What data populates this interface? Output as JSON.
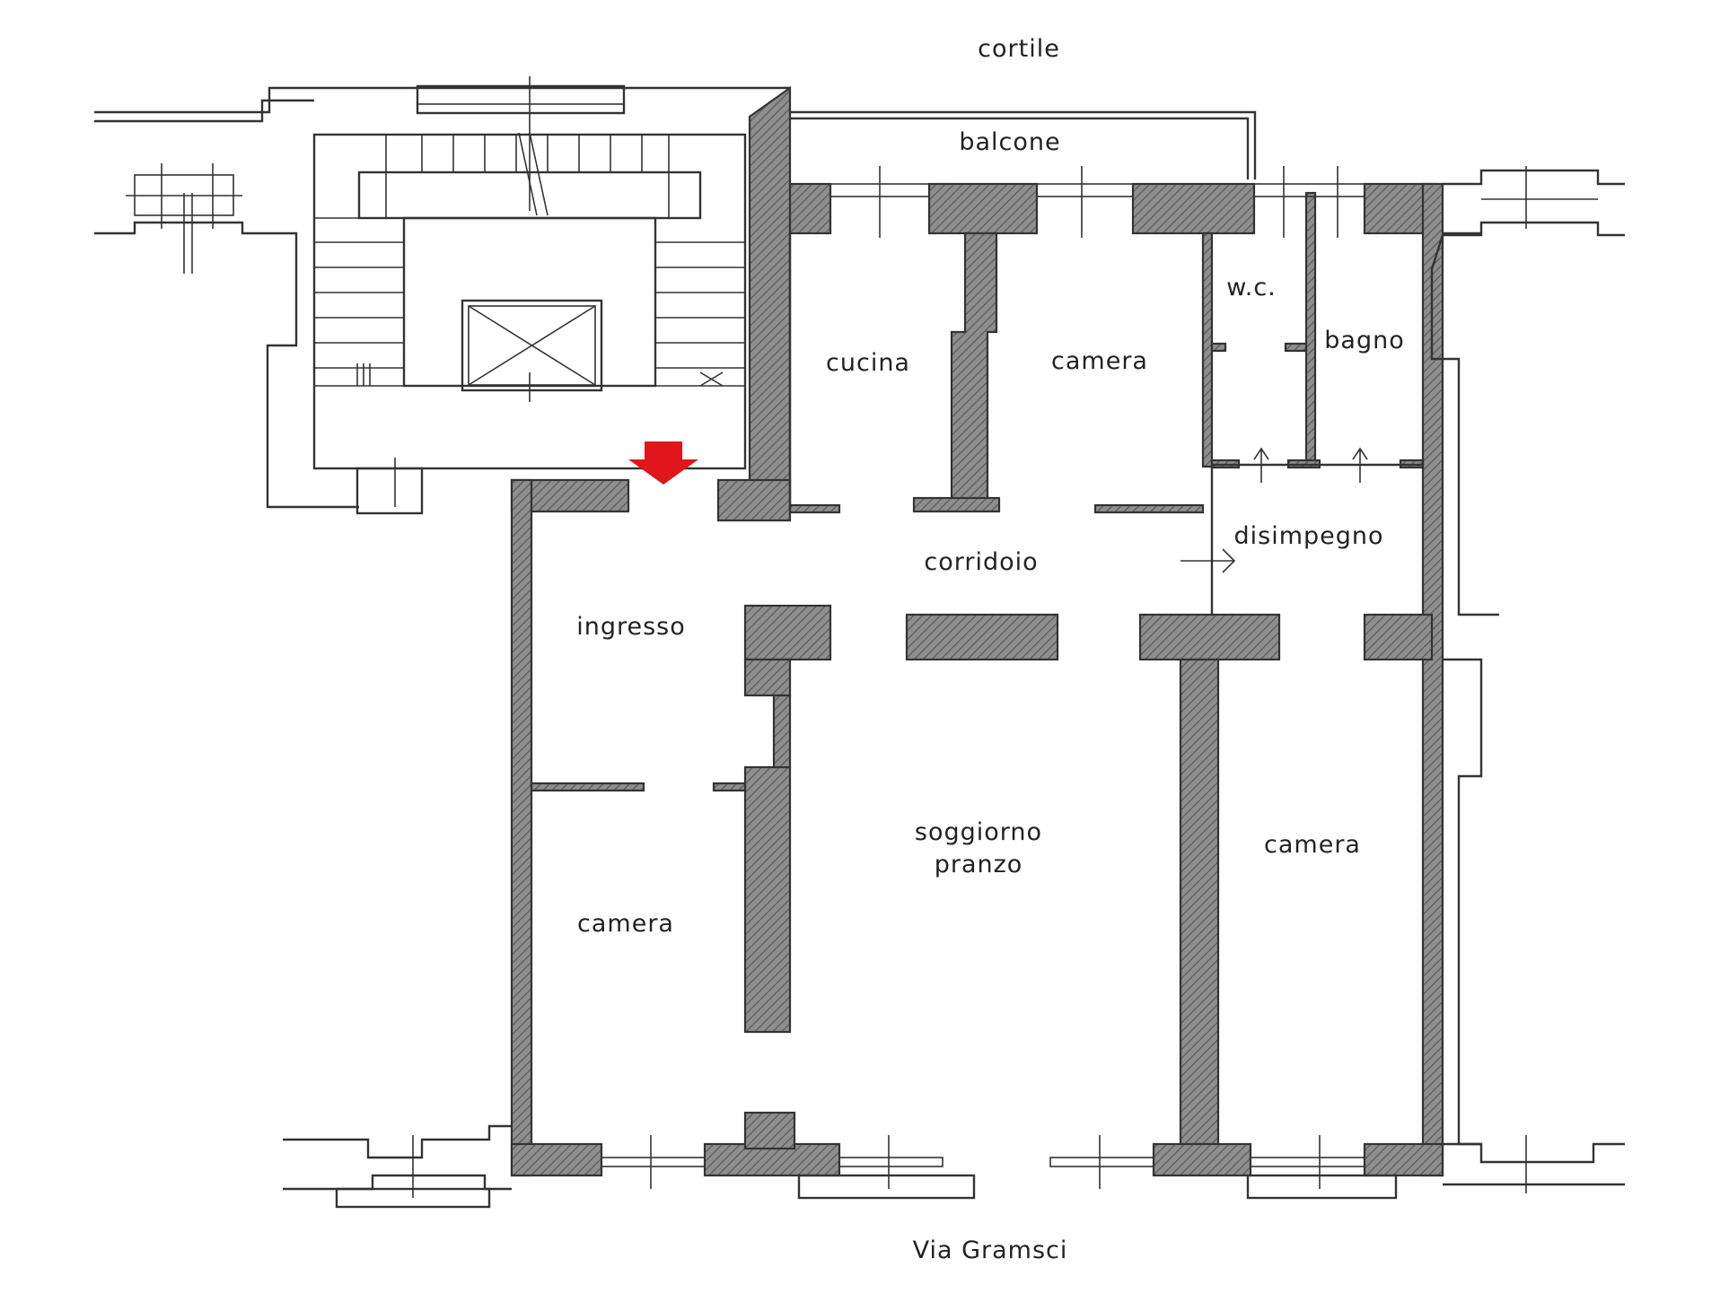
{
  "labels": {
    "cortile": "cortile",
    "balcone": "balcone",
    "cucina": "cucina",
    "camera_top": "camera",
    "wc": "w.c.",
    "bagno": "bagno",
    "corridoio": "corridoio",
    "disimpegno": "disimpegno",
    "ingresso": "ingresso",
    "soggiorno_line1": "soggiorno",
    "soggiorno_line2": "pranzo",
    "camera_left": "camera",
    "camera_right": "camera",
    "street": "Via Gramsci"
  },
  "colors": {
    "wall_fill": "#8a8a8a",
    "line": "#333333",
    "entrance_arrow": "#e0161b",
    "text": "#222222"
  },
  "icons": {
    "entrance": "entrance-arrow-icon",
    "door_swing": "door-arrow-icon",
    "elevator": "elevator-cross-icon"
  }
}
